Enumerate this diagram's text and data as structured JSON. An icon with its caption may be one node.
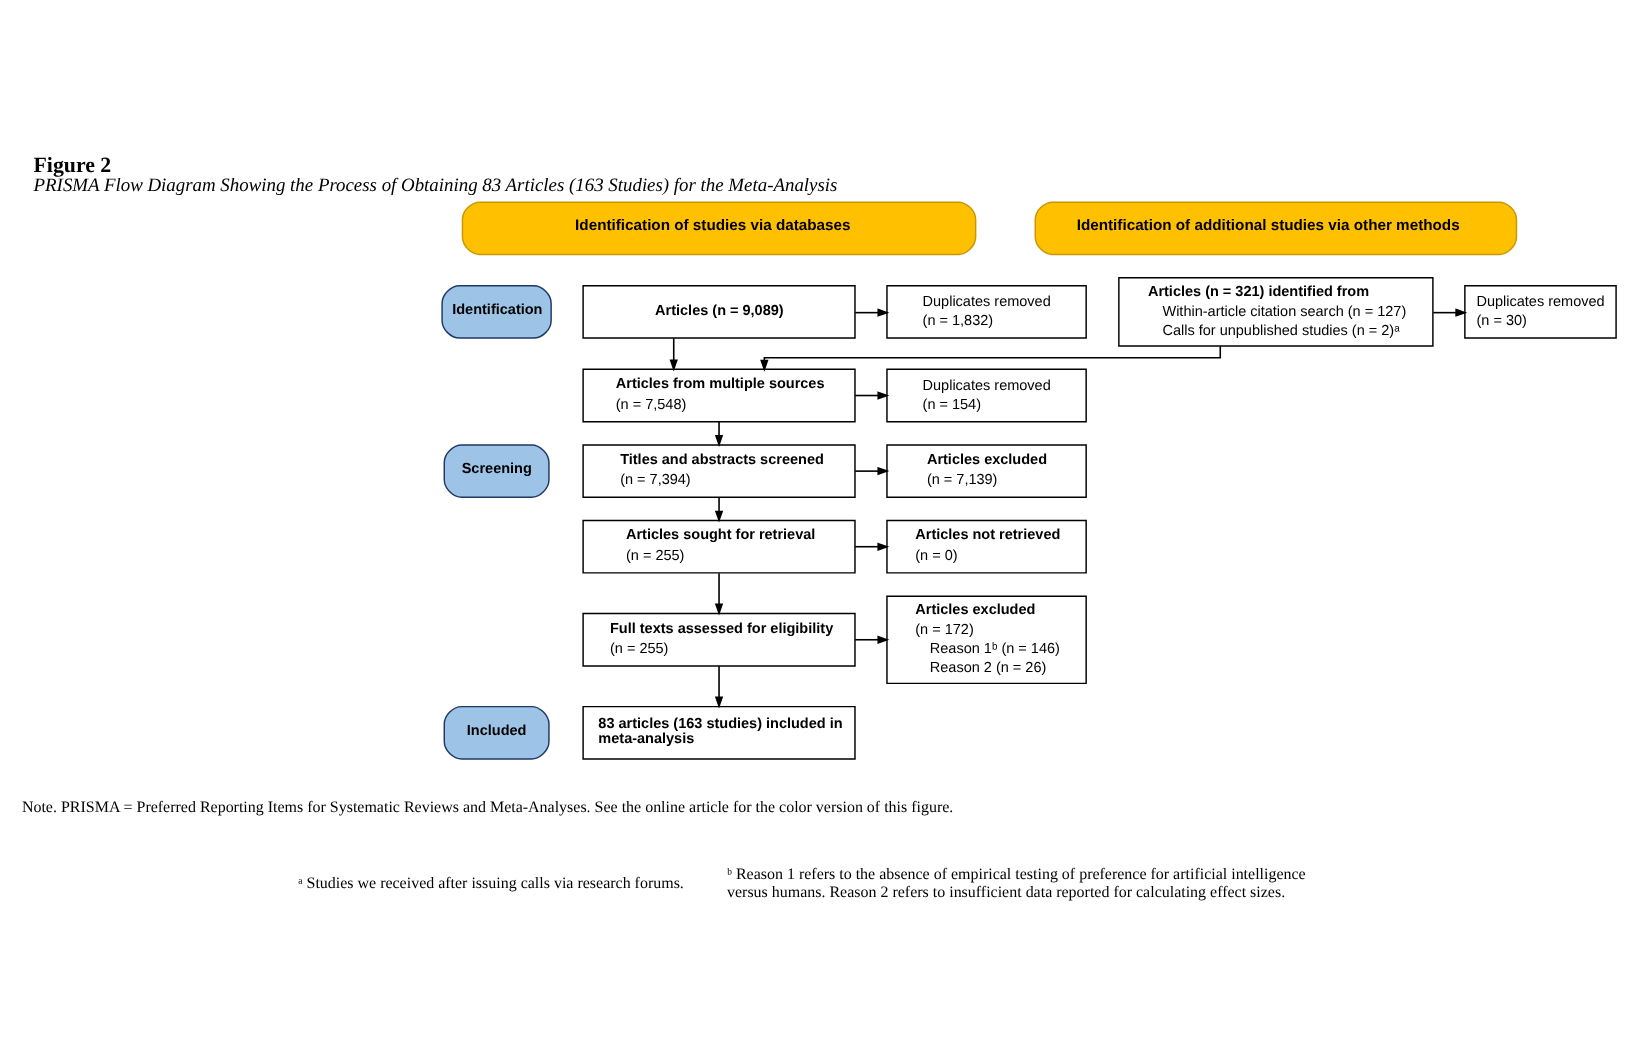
{
  "diagram": {
    "title": "PRISMA Flow Diagram Showing the Process of Obtaining 83 Articles (163 Studies) for the Meta-Analysis",
    "nodes": [
      {
        "text": [
          "Identification of studies via databases"
        ]
      },
      {
        "text": [
          "Identification of additional studies via other methods"
        ]
      },
      {
        "text": [
          "Identification"
        ]
      },
      {
        "text": [
          "Articles (n = 9,089)"
        ]
      },
      {
        "text": [
          "Duplicates removed",
          "(n = 1,832)"
        ]
      },
      {
        "text": [
          "Articles (n = 321) identified from",
          "Within-article citation search (n = 127)",
          "Calls for unpublished studies (n = 2)ᵃ"
        ]
      },
      {
        "text": [
          "Duplicates removed",
          "(n = 30)"
        ]
      },
      {
        "text": [
          "Articles from multiple sources",
          "(n = 7,548)"
        ]
      },
      {
        "text": [
          "Duplicates removed",
          "(n = 154)"
        ]
      },
      {
        "text": [
          "Screening"
        ]
      },
      {
        "text": [
          "Titles and abstracts screened",
          "(n = 7,394)"
        ]
      },
      {
        "text": [
          "Articles excluded",
          "(n = 7,139)"
        ]
      },
      {
        "text": [
          "Articles sought for retrieval",
          "(n = 255)"
        ]
      },
      {
        "text": [
          "Articles not retrieved",
          "(n = 0)"
        ]
      },
      {
        "text": [
          "Full texts assessed for eligibility",
          "(n = 255)"
        ]
      },
      {
        "text": [
          "Articles excluded",
          "(n = 172)",
          "Reason 1ᵇ (n = 146)",
          "Reason 2 (n = 26)"
        ]
      },
      {
        "text": [
          "Included"
        ]
      },
      {
        "text": [
          "83 articles (163 studies) included in meta-analysis"
        ]
      }
    ],
    "edges": [
      {
        "from": 3,
        "to": 4,
        "arrow": "to"
      },
      {
        "from": 3,
        "to": 7,
        "arrow": "to"
      },
      {
        "from": 5,
        "to": 6,
        "arrow": "to"
      },
      {
        "from": 5,
        "to": 7,
        "arrow": "to"
      },
      {
        "from": 7,
        "to": 8,
        "arrow": "to"
      },
      {
        "from": 7,
        "to": 10,
        "arrow": "to"
      },
      {
        "from": 10,
        "to": 11,
        "arrow": "to"
      },
      {
        "from": 10,
        "to": 12,
        "arrow": "to"
      },
      {
        "from": 12,
        "to": 13,
        "arrow": "to"
      },
      {
        "from": 12,
        "to": 14,
        "arrow": "to"
      },
      {
        "from": 14,
        "to": 15,
        "arrow": "to"
      },
      {
        "from": 14,
        "to": 17,
        "arrow": "to"
      }
    ],
    "labels": [
      "Figure 2",
      "Note. PRISMA = Preferred Reporting Items for Systematic Reviews and Meta-Analyses. See the online article for the color version of this figure.",
      "ᵃ Studies we received after issuing calls via research forums.",
      "ᵇ Reason 1 refers to the absence of empirical testing of preference for artificial intelligence versus humans. Reason 2 refers to insufficient data reported for calculating effect sizes."
    ]
  }
}
